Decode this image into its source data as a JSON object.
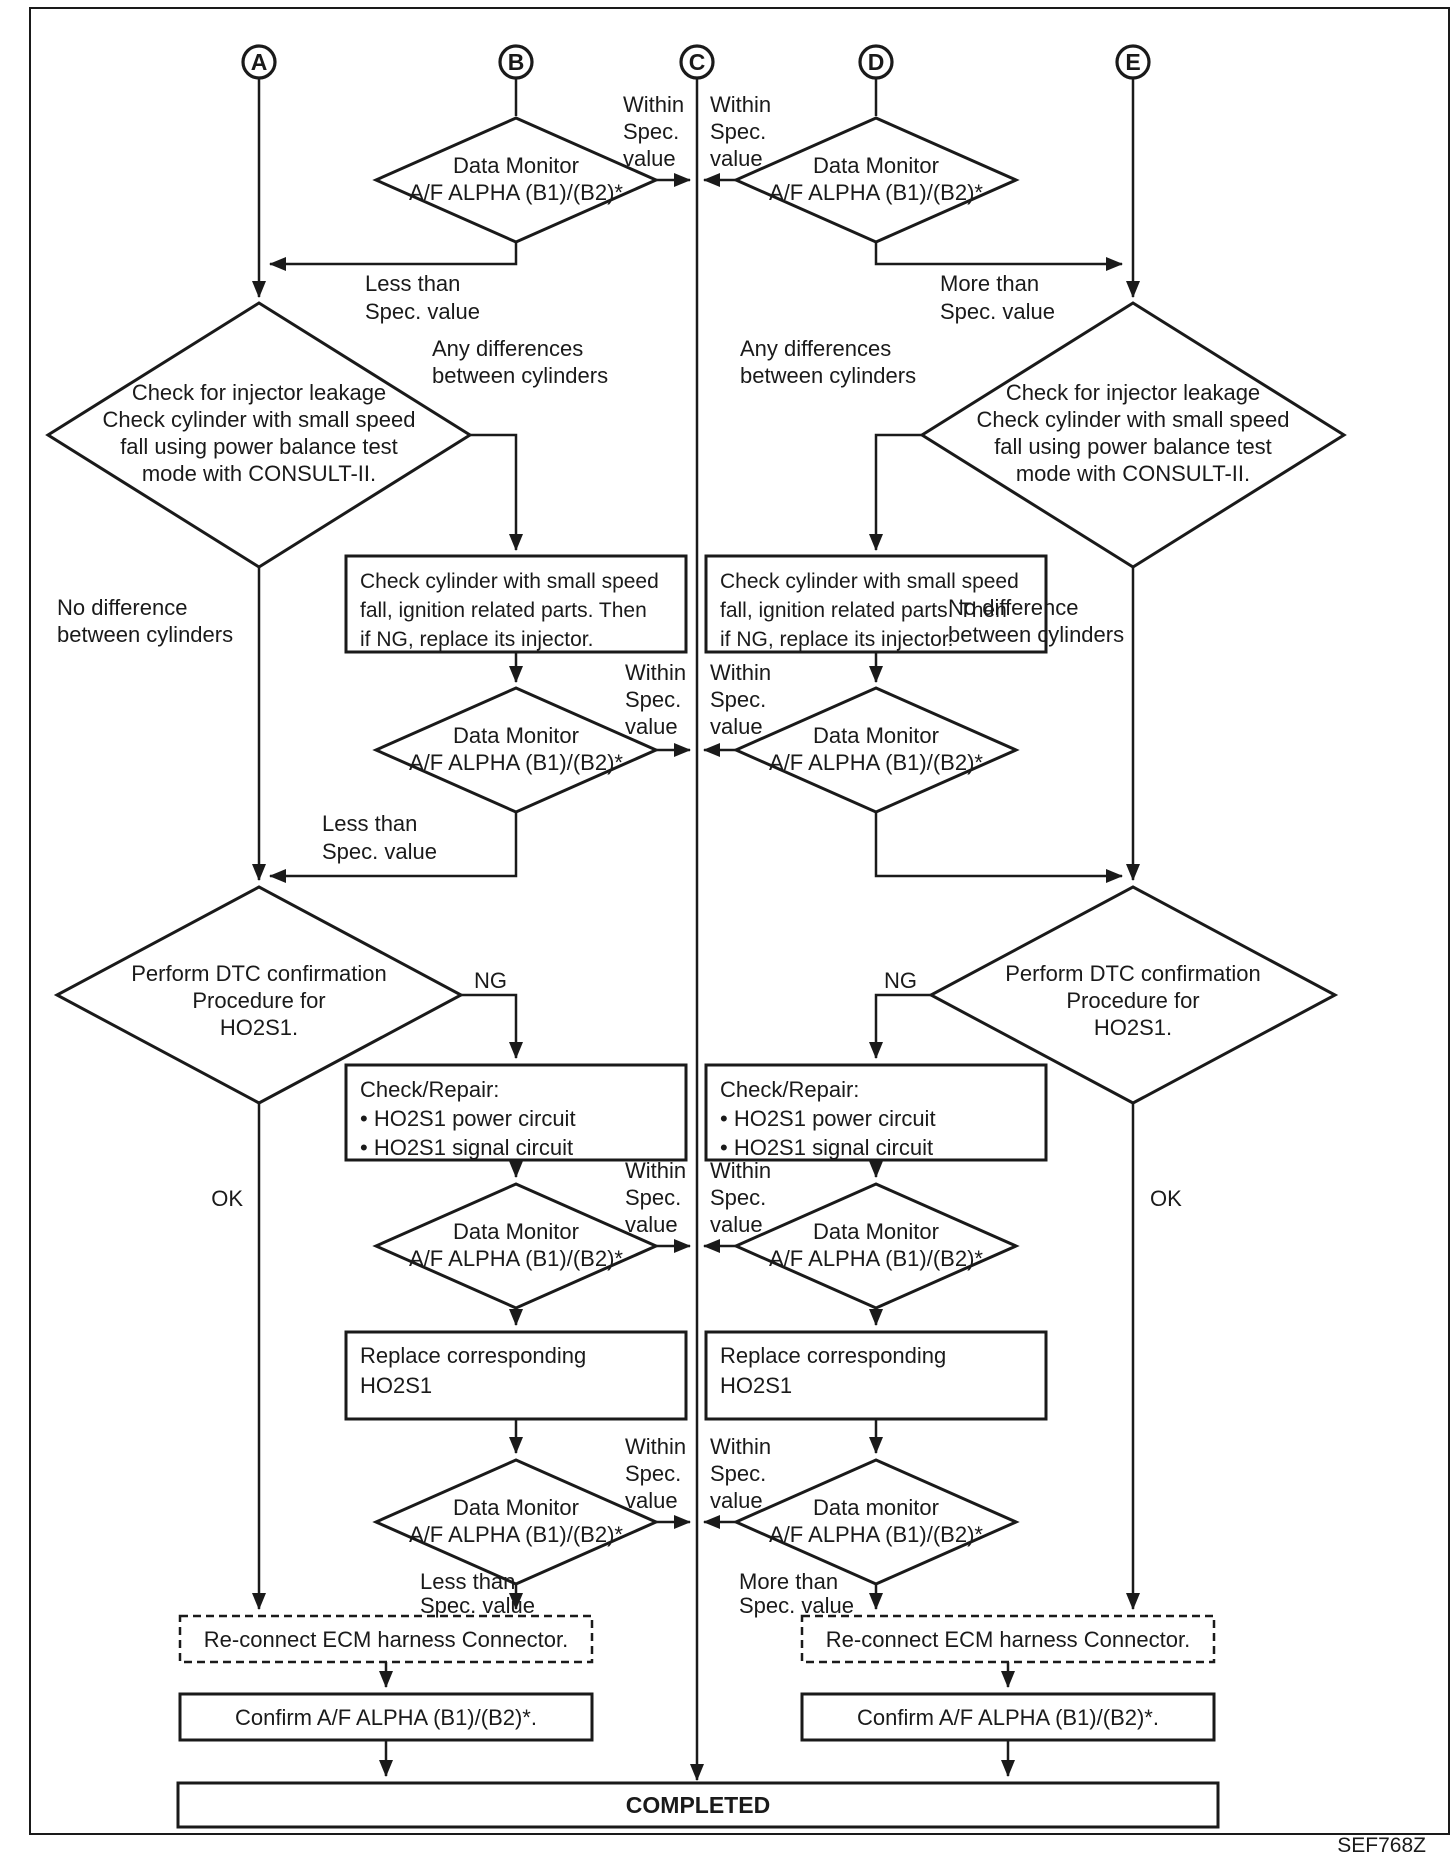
{
  "figure": {
    "code": "SEF768Z",
    "ink_color": "#1a1a1a",
    "background_color": "#ffffff"
  },
  "connectors": {
    "a": "A",
    "b": "B",
    "c": "C",
    "d": "D",
    "e": "E"
  },
  "decisions": {
    "data_monitor": {
      "lines": [
        "Data Monitor",
        "A/F ALPHA (B1)/(B2)*"
      ]
    },
    "data_monitor_alt": {
      "lines": [
        "Data monitor",
        "A/F ALPHA (B1)/(B2)*"
      ]
    },
    "injector_leakage": {
      "lines": [
        "Check for injector leakage",
        "Check cylinder with small speed",
        "fall using power balance test",
        "mode with CONSULT-II."
      ]
    },
    "dtc_confirmation": {
      "lines": [
        "Perform DTC confirmation",
        "Procedure for",
        "HO2S1."
      ]
    }
  },
  "actions": {
    "cylinder_check": {
      "lines": [
        "Check cylinder with small speed",
        "fall, ignition related parts. Then",
        "if NG, replace its injector."
      ]
    },
    "check_repair": {
      "lines": [
        "Check/Repair:",
        "• HO2S1 power circuit",
        "• HO2S1 signal circuit"
      ]
    },
    "replace_ho2s1": {
      "lines": [
        "Replace corresponding",
        "HO2S1"
      ]
    },
    "reconnect_ecm": {
      "label": "Re-connect ECM harness Connector."
    },
    "confirm_af": {
      "label": "Confirm A/F ALPHA (B1)/(B2)*."
    },
    "completed": {
      "label": "COMPLETED"
    }
  },
  "edge_labels": {
    "within_spec": {
      "lines": [
        "Within",
        "Spec.",
        "value"
      ]
    },
    "less_than": {
      "lines": [
        "Less than",
        "Spec. value"
      ]
    },
    "more_than": {
      "lines": [
        "More than",
        "Spec. value"
      ]
    },
    "any_differences": {
      "lines": [
        "Any differences",
        "between cylinders"
      ]
    },
    "no_difference": {
      "lines": [
        "No difference",
        "between cylinders"
      ]
    },
    "ng": "NG",
    "ok": "OK"
  }
}
